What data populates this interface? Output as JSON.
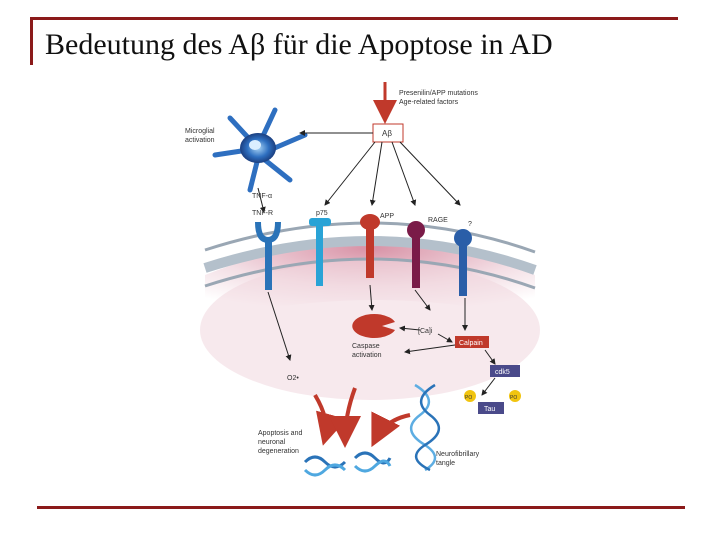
{
  "slide": {
    "title": "Bedeutung des Aβ für die Apoptose in AD"
  },
  "diagram": {
    "top_factors_line1": "Presenilin/APP mutations",
    "top_factors_line2": "Age-related factors",
    "abeta": "Aβ",
    "microglial_line1": "Microglial",
    "microglial_line2": "activation",
    "tnf_alpha": "TNF-α",
    "tnf_r": "TNF-R",
    "p75": "p75",
    "app": "APP",
    "rage": "RAGE",
    "unknown": "?",
    "ca": "[Ca]i",
    "calpain": "Calpain",
    "caspase_line1": "Caspase",
    "caspase_line2": "activation",
    "cdk5": "cdk5",
    "po": "PO",
    "tau": "Tau",
    "o2": "O2•",
    "apoptosis_line1": "Apoptosis and",
    "apoptosis_line2": "neuronal",
    "apoptosis_line3": "degeneration",
    "tangle_line1": "Neurofibrillary",
    "tangle_line2": "tangle"
  },
  "colors": {
    "frame": "#8b1a1a",
    "box_border": "#c0392b",
    "calpain_box": "#c0392b",
    "cdk5_box": "#4a4a8a",
    "po_circle": "#f1c40f",
    "membrane": "#cfd8e0"
  }
}
